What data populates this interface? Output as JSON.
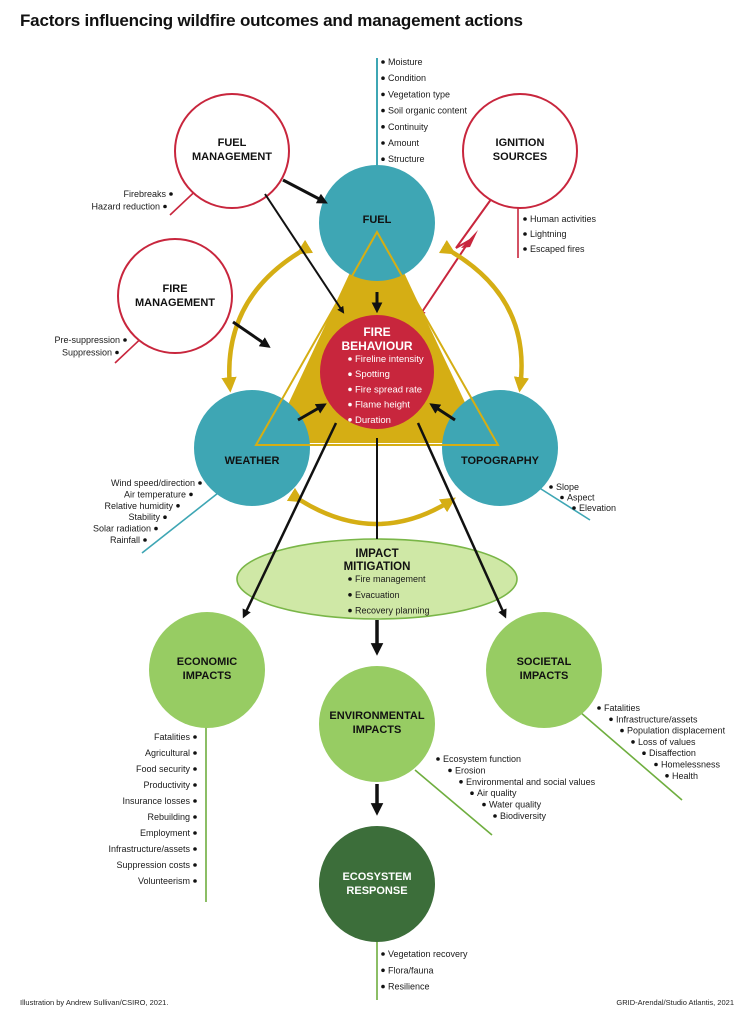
{
  "title": "Factors influencing wildfire outcomes and management actions",
  "credits": {
    "left": "Illustration by Andrew Sullivan/CSIRO, 2021.",
    "right": "GRID-Arendal/Studio Atlantis, 2021"
  },
  "colors": {
    "teal": "#3ea6b4",
    "mustard": "#d5ae14",
    "crimson": "#c8263d",
    "light_green": "#97cc63",
    "dark_green": "#3c6e3a",
    "mitigation_fill": "#cfe8a6"
  },
  "nodes": {
    "fuel": {
      "title": "FUEL",
      "items": [
        "Moisture",
        "Condition",
        "Vegetation type",
        "Soil organic content",
        "Continuity",
        "Amount",
        "Structure"
      ]
    },
    "fuel_management": {
      "title_lines": [
        "FUEL",
        "MANAGEMENT"
      ],
      "items": [
        "Firebreaks",
        "Hazard reduction"
      ]
    },
    "ignition_sources": {
      "title_lines": [
        "IGNITION",
        "SOURCES"
      ],
      "items": [
        "Human activities",
        "Lightning",
        "Escaped fires"
      ]
    },
    "fire_management": {
      "title_lines": [
        "FIRE",
        "MANAGEMENT"
      ],
      "items": [
        "Pre-suppression",
        "Suppression"
      ]
    },
    "fire_behaviour": {
      "title_lines": [
        "FIRE",
        "BEHAVIOUR"
      ],
      "items": [
        "Fireline intensity",
        "Spotting",
        "Fire spread rate",
        "Flame height",
        "Duration"
      ]
    },
    "weather": {
      "title": "WEATHER",
      "items": [
        "Wind speed/direction",
        "Air temperature",
        "Relative humidity",
        "Stability",
        "Solar radiation",
        "Rainfall"
      ]
    },
    "topography": {
      "title": "TOPOGRAPHY",
      "items": [
        "Slope",
        "Aspect",
        "Elevation"
      ]
    },
    "impact_mitigation": {
      "title_lines": [
        "IMPACT",
        "MITIGATION"
      ],
      "items": [
        "Fire management",
        "Evacuation",
        "Recovery planning"
      ]
    },
    "economic_impacts": {
      "title_lines": [
        "ECONOMIC",
        "IMPACTS"
      ],
      "items": [
        "Fatalities",
        "Agricultural",
        "Food security",
        "Productivity",
        "Insurance losses",
        "Rebuilding",
        "Employment",
        "Infrastructure/assets",
        "Suppression costs",
        "Volunteerism"
      ]
    },
    "environmental_impacts": {
      "title_lines": [
        "ENVIRONMENTAL",
        "IMPACTS"
      ],
      "items": [
        "Ecosystem function",
        "Erosion",
        "Environmental and social values",
        "Air quality",
        "Water quality",
        "Biodiversity"
      ]
    },
    "societal_impacts": {
      "title_lines": [
        "SOCIETAL",
        "IMPACTS"
      ],
      "items": [
        "Fatalities",
        "Infrastructure/assets",
        "Population displacement",
        "Loss of values",
        "Disaffection",
        "Homelessness",
        "Health"
      ]
    },
    "ecosystem_response": {
      "title_lines": [
        "ECOSYSTEM",
        "RESPONSE"
      ],
      "items": [
        "Vegetation recovery",
        "Flora/fauna",
        "Resilience"
      ]
    }
  }
}
